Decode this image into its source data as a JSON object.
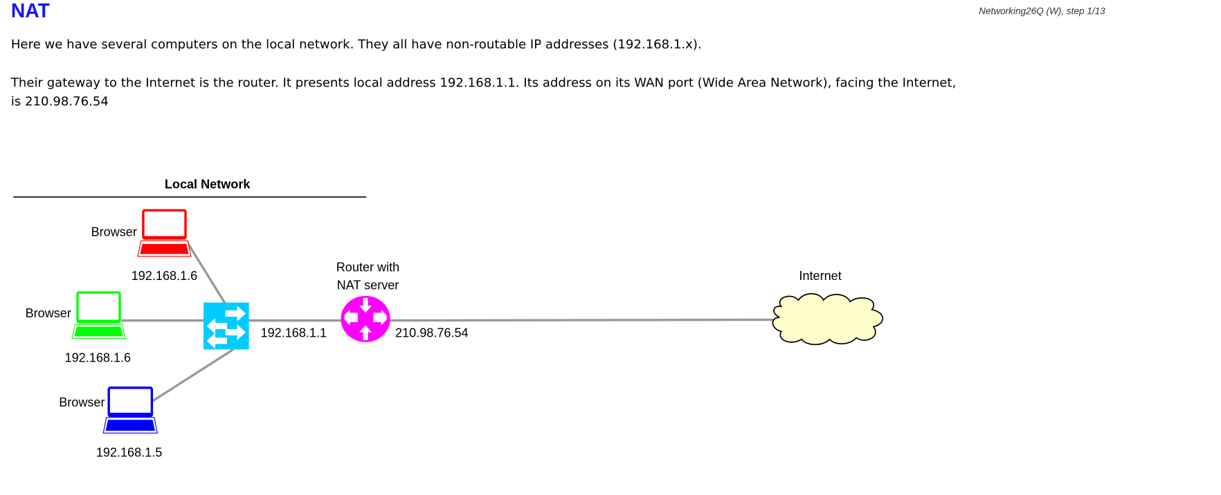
{
  "header": {
    "title": "NAT",
    "step": "Networking26Q (W), step 1/13"
  },
  "paragraphs": [
    "Here we have several computers on the local network. They all have non-routable IP addresses (192.168.1.x).",
    "Their gateway to the Internet is the router. It presents local address 192.168.1.1.  Its address on its WAN port (Wide Area Network), facing the Internet, is 210.98.76.54"
  ],
  "diagram": {
    "local_network_label": "Local Network",
    "computers": [
      {
        "label": "Browser",
        "ip": "192.168.1.6",
        "color": "#ff0000"
      },
      {
        "label": "Browser",
        "ip": "192.168.1.6",
        "color": "#00ff00"
      },
      {
        "label": "Browser",
        "ip": "192.168.1.5",
        "color": "#0000ff"
      }
    ],
    "switch_color": "#00ccff",
    "router": {
      "label_line1": "Router with",
      "label_line2": "NAT server",
      "lan_ip": "192.168.1.1",
      "wan_ip": "210.98.76.54",
      "color": "#ff00ff"
    },
    "internet": {
      "label": "Internet",
      "color": "#ffffcc"
    }
  }
}
